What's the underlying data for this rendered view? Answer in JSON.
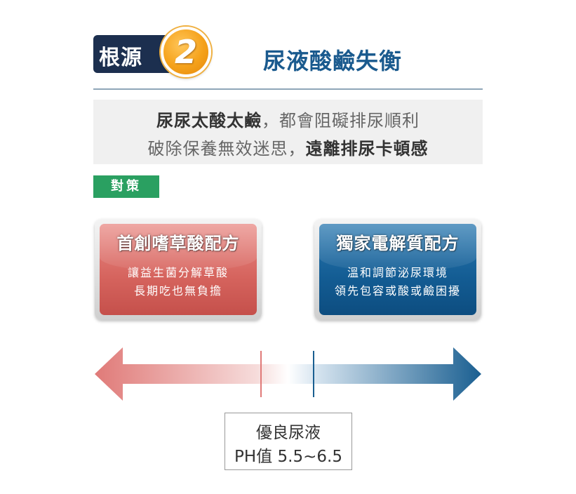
{
  "header": {
    "badge_text": "根源",
    "number": "2",
    "title": "尿液酸鹼失衡"
  },
  "intro": {
    "line1_bold": "尿尿太酸太鹼",
    "line1_rest": "，都會阻礙排尿順利",
    "line2_rest": "破除保養無效迷思，",
    "line2_bold": "遠離排尿卡頓感"
  },
  "tag": "對策",
  "cards": [
    {
      "title": "首創嗜草酸配方",
      "lines": [
        "讓益生菌分解草酸",
        "長期吃也無負擔"
      ],
      "color": "#d5635d"
    },
    {
      "title": "獨家電解質配方",
      "lines": [
        "溫和調節泌尿環境",
        "領先包容或酸或鹼困擾"
      ],
      "color": "#135c93"
    }
  ],
  "scale": {
    "label_line1": "優良尿液",
    "label_line2": "PH值 5.5~6.5",
    "left_color": "#e07a78",
    "right_color": "#1a5f91"
  }
}
